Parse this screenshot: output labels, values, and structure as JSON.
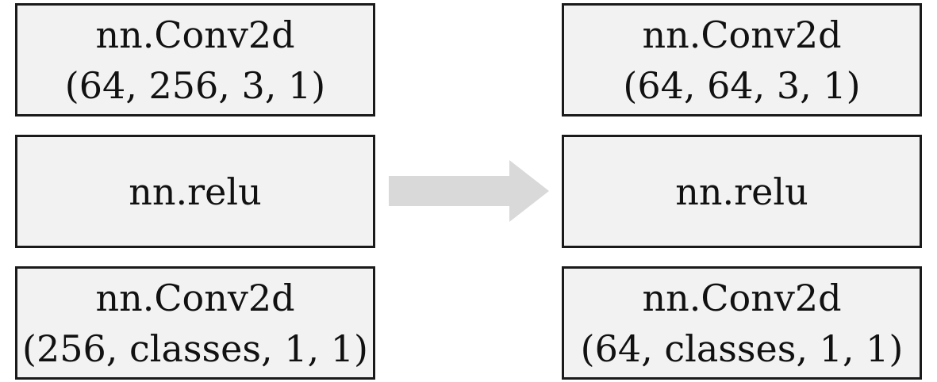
{
  "left_column": {
    "blocks": [
      {
        "line1": "nn.Conv2d",
        "line2": "(64, 256, 3, 1)"
      },
      {
        "line1": "nn.relu",
        "line2": ""
      },
      {
        "line1": "nn.Conv2d",
        "line2": "(256, classes, 1, 1)"
      }
    ]
  },
  "right_column": {
    "blocks": [
      {
        "line1": "nn.Conv2d",
        "line2": "(64, 64, 3, 1)"
      },
      {
        "line1": "nn.relu",
        "line2": ""
      },
      {
        "line1": "nn.Conv2d",
        "line2": "(64, classes, 1, 1)"
      }
    ]
  },
  "colors": {
    "box_fill": "#f2f2f2",
    "box_border": "#1a1a1a",
    "arrow": "#d9d9d9"
  }
}
